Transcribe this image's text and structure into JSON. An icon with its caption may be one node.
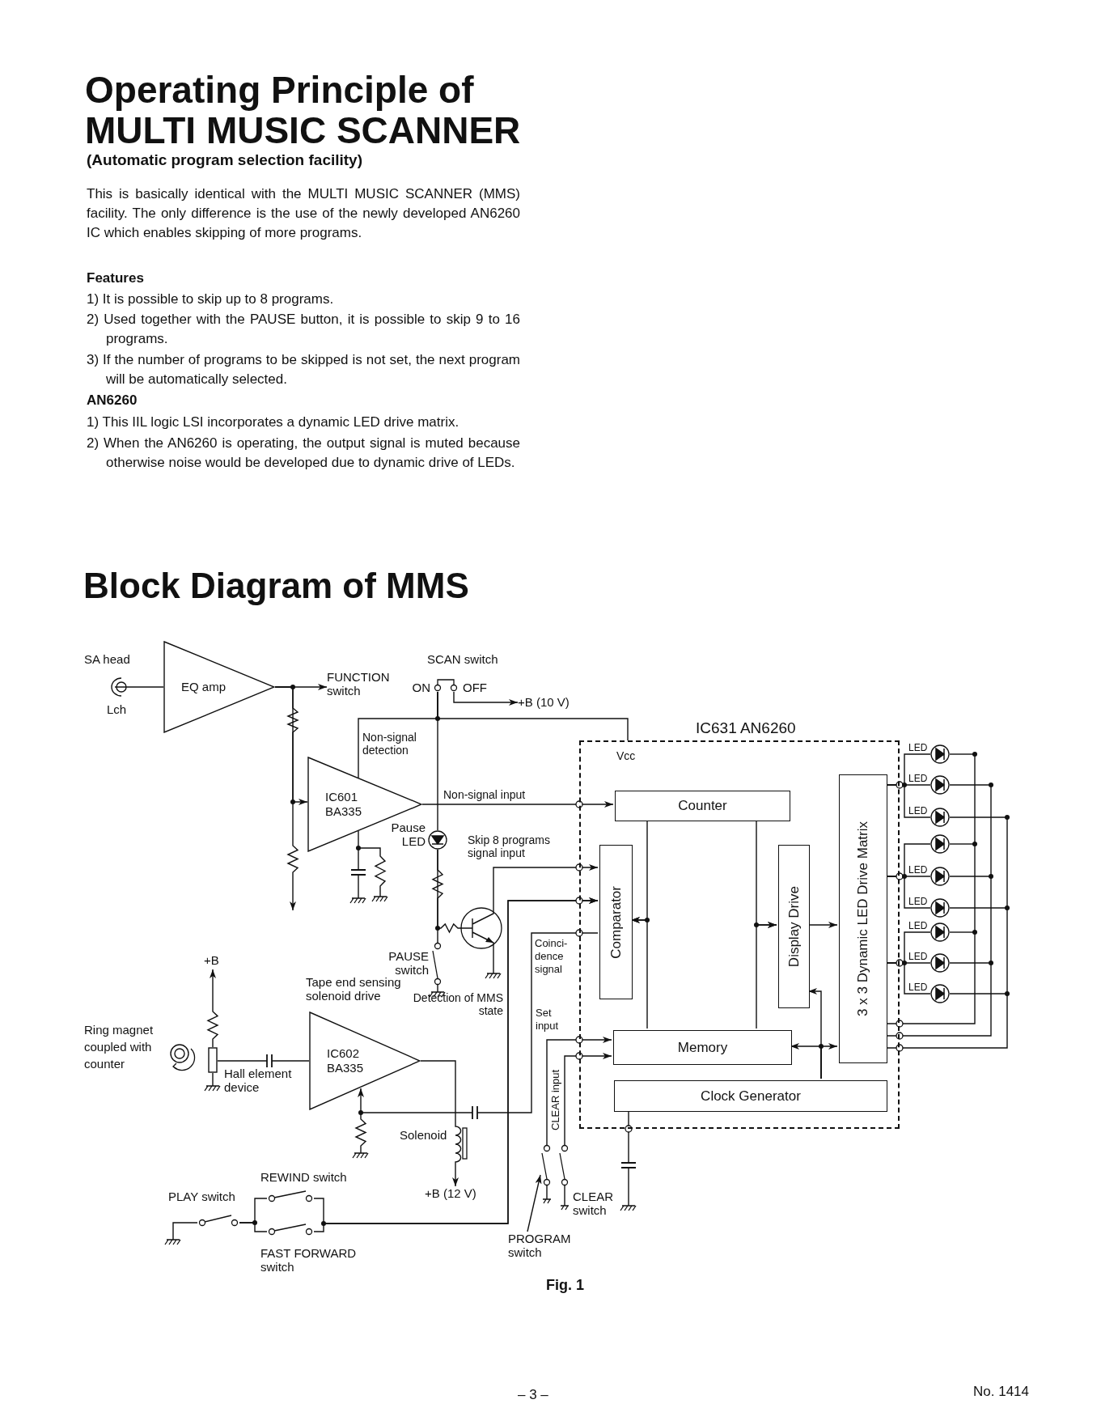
{
  "diagram": {
    "title": "Operating Principle of MULTI MUSIC SCANNER",
    "caption": "Fig. 1",
    "nodes": [
      {
        "text": [],
        "shape": "head",
        "beside": [
          "SA head",
          "Lch"
        ]
      },
      {
        "text": [
          "EQ amp"
        ]
      },
      {
        "text": [
          "FUNCTION switch"
        ]
      },
      {
        "text": [],
        "shape": "switch",
        "beside": [
          "SCAN switch",
          "ON",
          "OFF"
        ]
      },
      {
        "text": [
          "+B (10 V)"
        ]
      },
      {
        "text": [
          "IC601 BA335"
        ]
      },
      {
        "text": [],
        "shape": "diode",
        "beside": [
          "Pause LED"
        ]
      },
      {
        "text": [],
        "shape": "switch",
        "beside": [
          "PAUSE switch"
        ]
      },
      {
        "text": [],
        "shape": "transistor"
      },
      {
        "text": [
          "IC631 AN6260"
        ]
      },
      {
        "text": [
          "Counter"
        ],
        "in": 9
      },
      {
        "text": [
          "Comparator"
        ],
        "in": 9
      },
      {
        "text": [
          "Display Drive"
        ],
        "in": 9
      },
      {
        "text": [
          "3 x 3 Dynamic LED Drive Matrix"
        ],
        "in": 9
      },
      {
        "text": [
          "Memory"
        ],
        "in": 9
      },
      {
        "text": [
          "Clock Generator"
        ],
        "in": 9
      },
      {
        "text": [],
        "shape": "diode"
      },
      {
        "text": [],
        "shape": "diode"
      },
      {
        "text": [],
        "shape": "diode"
      },
      {
        "text": [],
        "shape": "diode"
      },
      {
        "text": [],
        "shape": "diode"
      },
      {
        "text": [],
        "shape": "diode"
      },
      {
        "text": [],
        "shape": "diode"
      },
      {
        "text": [],
        "shape": "diode"
      },
      {
        "text": [],
        "shape": "diode"
      },
      {
        "text": [],
        "shape": "box",
        "beside": [
          "Hall element device"
        ]
      },
      {
        "text": [
          "+B"
        ]
      },
      {
        "text": [
          "IC602 BA335"
        ],
        "beside": [
          "Tape end sensing solenoid drive"
        ]
      },
      {
        "text": [],
        "shape": "coil",
        "beside": [
          "Solenoid"
        ]
      },
      {
        "text": [
          "+B (12 V)"
        ]
      },
      {
        "text": [],
        "shape": "switch",
        "beside": [
          "PLAY switch"
        ]
      },
      {
        "text": [],
        "shape": "switch",
        "beside": [
          "REWIND switch"
        ]
      },
      {
        "text": [],
        "shape": "switch",
        "beside": [
          "FAST FORWARD switch"
        ]
      },
      {
        "text": [],
        "shape": "switch"
      },
      {
        "text": [
          "PROGRAM switch"
        ]
      },
      {
        "text": [],
        "shape": "switch",
        "beside": [
          "CLEAR switch"
        ]
      }
    ],
    "edges": [
      {
        "from": 0,
        "to": 1,
        "arrow": "none"
      },
      {
        "from": 1,
        "to": 2,
        "arrow": "to"
      },
      {
        "from": 1,
        "to": 5,
        "arrow": "to"
      },
      {
        "from": 1,
        "to": null,
        "arrow": "to"
      },
      {
        "from": 3,
        "to": 4,
        "arrow": "to"
      },
      {
        "from": 3,
        "to": 9,
        "arrow": "none"
      },
      {
        "from": 3,
        "to": 5,
        "arrow": "none",
        "label": "Non-signal detection"
      },
      {
        "from": 5,
        "to": 10,
        "arrow": "to",
        "label": "Non-signal input"
      },
      {
        "from": 3,
        "to": 6,
        "arrow": "none"
      },
      {
        "from": 6,
        "to": 7,
        "arrow": "none"
      },
      {
        "from": 6,
        "to": 8,
        "arrow": "none"
      },
      {
        "from": 8,
        "to": 11,
        "arrow": "to",
        "label": "Skip 8 programs signal input"
      },
      {
        "from": 11,
        "to": 27,
        "arrow": "to",
        "label": "Coinci-dence signal"
      },
      {
        "from": 27,
        "to": 28,
        "arrow": "none"
      },
      {
        "from": 28,
        "to": 29,
        "arrow": "to"
      },
      {
        "from": 25,
        "to": 27,
        "arrow": "none"
      },
      {
        "from": 25,
        "to": 26,
        "arrow": "to"
      },
      {
        "from": 30,
        "to": 31,
        "arrow": "none"
      },
      {
        "from": 30,
        "to": 32,
        "arrow": "none"
      },
      {
        "from": 31,
        "to": 11,
        "arrow": "to",
        "label": "Detection of MMS state"
      },
      {
        "from": 32,
        "to": 11,
        "arrow": "to"
      },
      {
        "from": 33,
        "to": 14,
        "arrow": "to",
        "label": "Set input"
      },
      {
        "from": 35,
        "to": 14,
        "arrow": "to",
        "label": "CLEAR input"
      },
      {
        "from": 34,
        "to": 33,
        "arrow": "to"
      },
      {
        "from": 10,
        "to": 11,
        "arrow": "to"
      },
      {
        "from": 14,
        "to": 11,
        "arrow": "to"
      },
      {
        "from": 10,
        "to": 12,
        "arrow": "to"
      },
      {
        "from": 14,
        "to": 12,
        "arrow": "to"
      },
      {
        "from": 12,
        "to": 13,
        "arrow": "to"
      },
      {
        "from": 15,
        "to": 14,
        "arrow": "to"
      },
      {
        "from": 15,
        "to": 13,
        "arrow": "to"
      },
      {
        "from": 15,
        "to": 12,
        "arrow": "to"
      },
      {
        "from": 13,
        "to": 16,
        "arrow": "none"
      },
      {
        "from": 13,
        "to": 17,
        "arrow": "none"
      },
      {
        "from": 13,
        "to": 18,
        "arrow": "none"
      },
      {
        "from": 13,
        "to": 19,
        "arrow": "none"
      },
      {
        "from": 13,
        "to": 20,
        "arrow": "none"
      },
      {
        "from": 13,
        "to": 21,
        "arrow": "none"
      },
      {
        "from": 13,
        "to": 22,
        "arrow": "none"
      },
      {
        "from": 13,
        "to": 23,
        "arrow": "none"
      },
      {
        "from": 13,
        "to": 24,
        "arrow": "none"
      }
    ],
    "labels": [
      "(Automatic program selection facility)",
      "This is basically identical with the MULTI MUSIC SCANNER (MMS) facility. The only difference is the use of the newly developed AN6260 IC which enables skipping of more programs.",
      "Features",
      "1) It is possible to skip up to 8 programs.",
      "2) Used together with the PAUSE button, it is possible to skip 9 to 16 programs.",
      "3) If the number of programs to be skipped is not set, the next program will be automatically selected.",
      "AN6260",
      "1) This IIL logic LSI incorporates a dynamic LED drive matrix.",
      "2) When the AN6260 is operating, the output signal is muted because otherwise noise would be developed due to dynamic drive of LEDs.",
      "Block Diagram of MMS",
      "Vcc",
      "Ring magnet coupled with counter",
      "LED",
      "LED",
      "LED",
      "LED",
      "LED",
      "LED",
      "LED",
      "LED",
      "– 3 –",
      "No. 1414"
    ]
  }
}
